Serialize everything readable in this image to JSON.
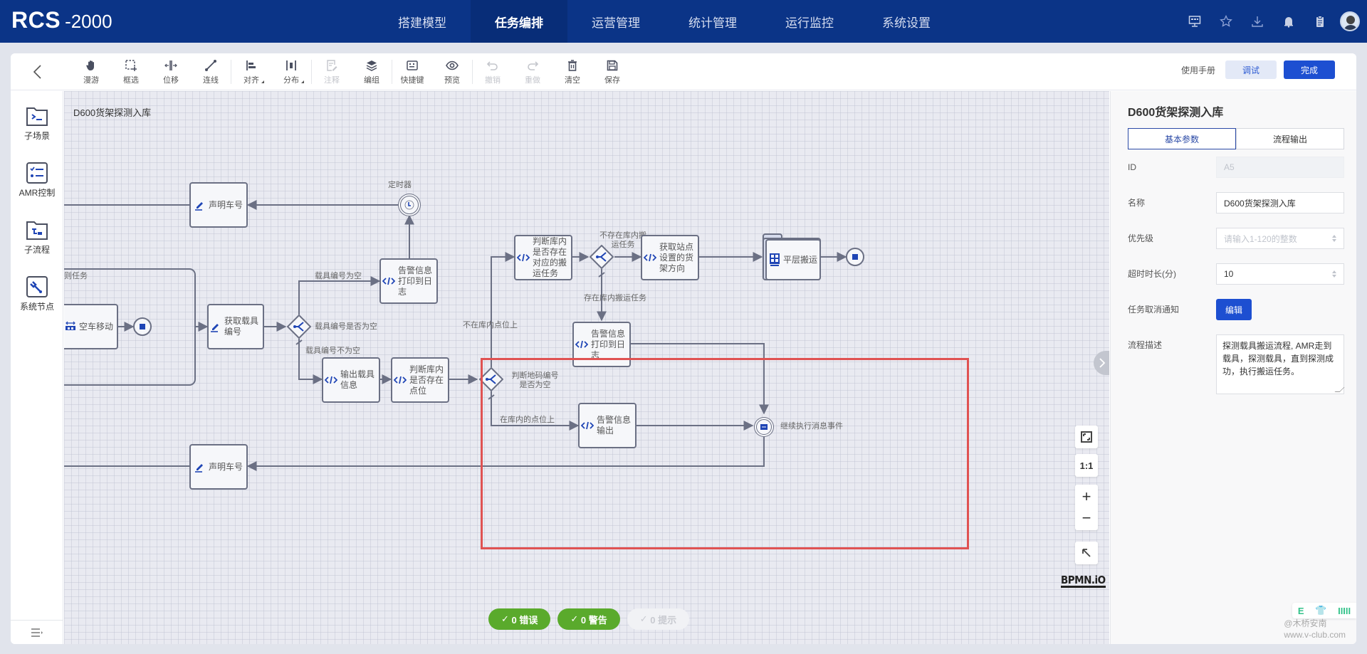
{
  "app": {
    "title_main": "RCS",
    "title_suffix": "-2000"
  },
  "nav": {
    "items": [
      {
        "label": "搭建模型",
        "active": false
      },
      {
        "label": "任务编排",
        "active": true
      },
      {
        "label": "运营管理",
        "active": false
      },
      {
        "label": "统计管理",
        "active": false
      },
      {
        "label": "运行监控",
        "active": false
      },
      {
        "label": "系统设置",
        "active": false
      }
    ],
    "icons": [
      "monitor-icon",
      "star-icon",
      "download-icon",
      "bell-icon",
      "clipboard-icon",
      "avatar"
    ]
  },
  "toolbar": {
    "tools": [
      {
        "label": "漫游",
        "icon": "hand-icon",
        "disabled": false
      },
      {
        "label": "框选",
        "icon": "lasso-select-icon",
        "disabled": false
      },
      {
        "label": "位移",
        "icon": "space-tool-icon",
        "disabled": false
      },
      {
        "label": "连线",
        "icon": "connect-icon",
        "disabled": false
      },
      {
        "label": "对齐",
        "icon": "align-icon",
        "disabled": false,
        "dropdown": true
      },
      {
        "label": "分布",
        "icon": "distribute-icon",
        "disabled": false,
        "dropdown": true
      },
      {
        "label": "注释",
        "icon": "annotation-icon",
        "disabled": true
      },
      {
        "label": "编组",
        "icon": "group-layers-icon",
        "disabled": false
      },
      {
        "label": "快捷键",
        "icon": "keyboard-icon",
        "disabled": false
      },
      {
        "label": "预览",
        "icon": "eye-icon",
        "disabled": false
      },
      {
        "label": "撤销",
        "icon": "undo-icon",
        "disabled": true
      },
      {
        "label": "重做",
        "icon": "redo-icon",
        "disabled": true
      },
      {
        "label": "清空",
        "icon": "trash-icon",
        "disabled": false
      },
      {
        "label": "保存",
        "icon": "save-icon",
        "disabled": false
      }
    ],
    "manual_label": "使用手册",
    "debug_label": "调试",
    "done_label": "完成"
  },
  "palette": {
    "items": [
      {
        "label": "子场景",
        "icon": "folder-terminal-icon"
      },
      {
        "label": "AMR控制",
        "icon": "checklist-icon"
      },
      {
        "label": "子流程",
        "icon": "folder-subprocess-icon"
      },
      {
        "label": "系统节点",
        "icon": "wrench-icon"
      }
    ]
  },
  "canvas": {
    "title": "D600货架探测入库",
    "nodes": {
      "declare_top": "声明车号",
      "timer_label": "定时器",
      "subprocess_label": "则任务",
      "empty_move": "空车移动",
      "get_carrier": "获取载具编号",
      "alert_log_1": "告警信息打印到日志",
      "output_carrier": "输出载具信息",
      "judge_point": "判断库内是否存在点位",
      "judge_task": "判断库内是否存在对应的搬运任务",
      "get_direction": "获取站点设置的货架方向",
      "flat_transport": "平层搬运",
      "alert_log_2": "告警信息打印到日志",
      "alert_output": "告警信息输出",
      "declare_bottom": "声明车号"
    },
    "edge_labels": {
      "carrier_empty": "载具编号为空",
      "carrier_is_empty_q": "载具编号是否为空",
      "carrier_not_empty": "载具编号不为空",
      "not_in_point": "不在库内点位上",
      "judge_floor_code": "判断地码编号是否为空",
      "in_point": "在库内的点位上",
      "no_task": "不存在库内搬运任务",
      "has_task": "存在库内搬运任务",
      "continue_msg": "继续执行消息事件"
    },
    "zoom": {
      "fit_icon": "fit-screen-icon",
      "reset_label": "1:1",
      "zoom_in": "+",
      "zoom_out": "−",
      "collapse_icon": "arrow-up-left-icon"
    },
    "bpmn_logo": "BPMN.iO",
    "status": {
      "errors": "0 错误",
      "warnings": "0 警告",
      "hints": "0 提示"
    }
  },
  "props": {
    "title": "D600货架探测入库",
    "tabs": [
      {
        "label": "基本参数",
        "active": true
      },
      {
        "label": "流程输出",
        "active": false
      }
    ],
    "fields": {
      "id_label": "ID",
      "id_value": "A5",
      "name_label": "名称",
      "name_value": "D600货架探测入库",
      "priority_label": "优先级",
      "priority_placeholder": "请输入1-120的整数",
      "timeout_label": "超时时长(分)",
      "timeout_value": "10",
      "cancel_notify_label": "任务取消通知",
      "cancel_notify_button": "编辑",
      "desc_label": "流程描述",
      "desc_value": "探测载具搬运流程, AMR走到载具，探测载具，直到探测成功，执行搬运任务。"
    }
  },
  "watermark": {
    "line1": "@木桥安南",
    "line2": "www.v-club.com"
  },
  "colors": {
    "nav_bg": "#0b3487",
    "primary": "#1d4fd1",
    "success": "#5aaa2c",
    "highlight": "#e05252",
    "node_stroke": "#6b7084",
    "icon_blue": "#1f45b5"
  }
}
